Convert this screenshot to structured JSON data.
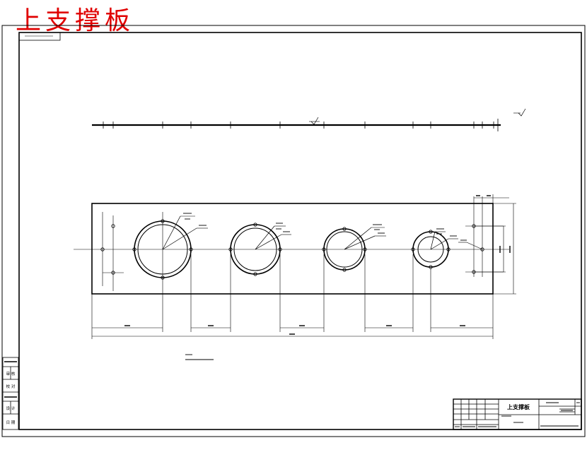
{
  "title": "上支撑板",
  "title_block": {
    "part_name": "上支撑板"
  },
  "side_panel": {
    "labels": [
      "审 核",
      "校 对",
      "设 计",
      "日 期"
    ]
  }
}
